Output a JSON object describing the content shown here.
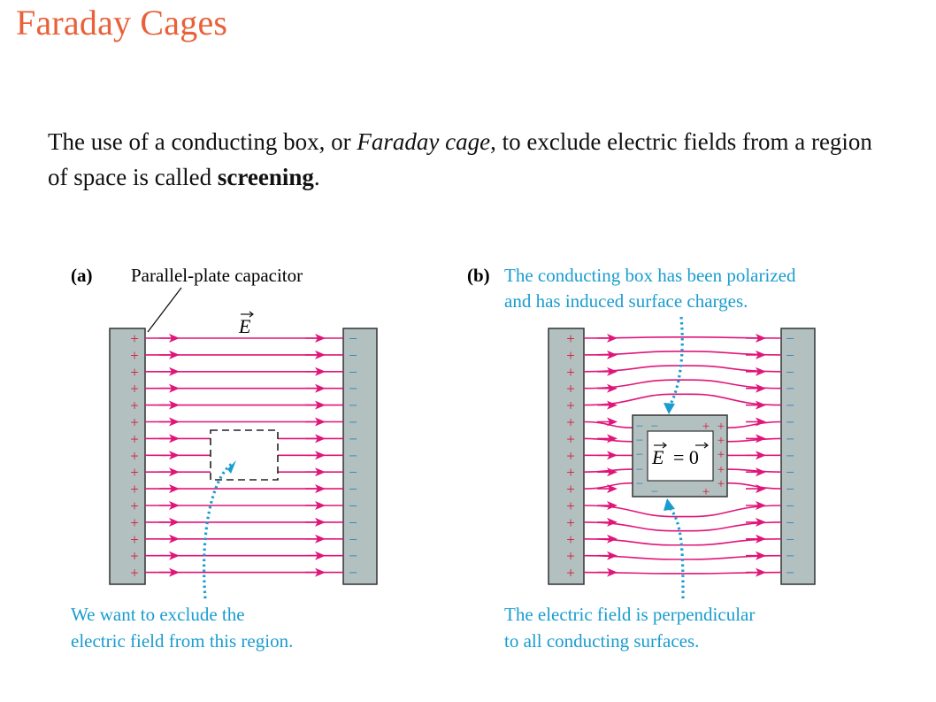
{
  "slide": {
    "title": "Faraday Cages",
    "intro": {
      "part1": "The use of a conducting box, or ",
      "italic": "Faraday cage",
      "part2": ", to exclude electric fields from a region of space is called ",
      "bold": "screening",
      "part3": "."
    }
  },
  "panel_a": {
    "tag": "(a)",
    "heading": "Parallel-plate capacitor",
    "field_label": "E",
    "caption_line1": "We want to exclude the",
    "caption_line2": "electric field from this region."
  },
  "panel_b": {
    "tag": "(b)",
    "heading_line1": "The conducting box has been polarized",
    "heading_line2": "and has induced surface charges.",
    "inside_label_lhs": "E",
    "inside_label_rhs": "= 0",
    "caption_line1": "The electric field is perpendicular",
    "caption_line2": "to all conducting surfaces."
  },
  "charges": {
    "plus": "+",
    "minus": "−"
  },
  "colors": {
    "title": "#e8613a",
    "field_line": "#e0157a",
    "plate": "#b3c0c0",
    "callout_text": "#1a9ccf",
    "callout_arrow": "#1a9ccf",
    "plus_charge": "#d4183a",
    "minus_charge": "#2a7fb5"
  }
}
